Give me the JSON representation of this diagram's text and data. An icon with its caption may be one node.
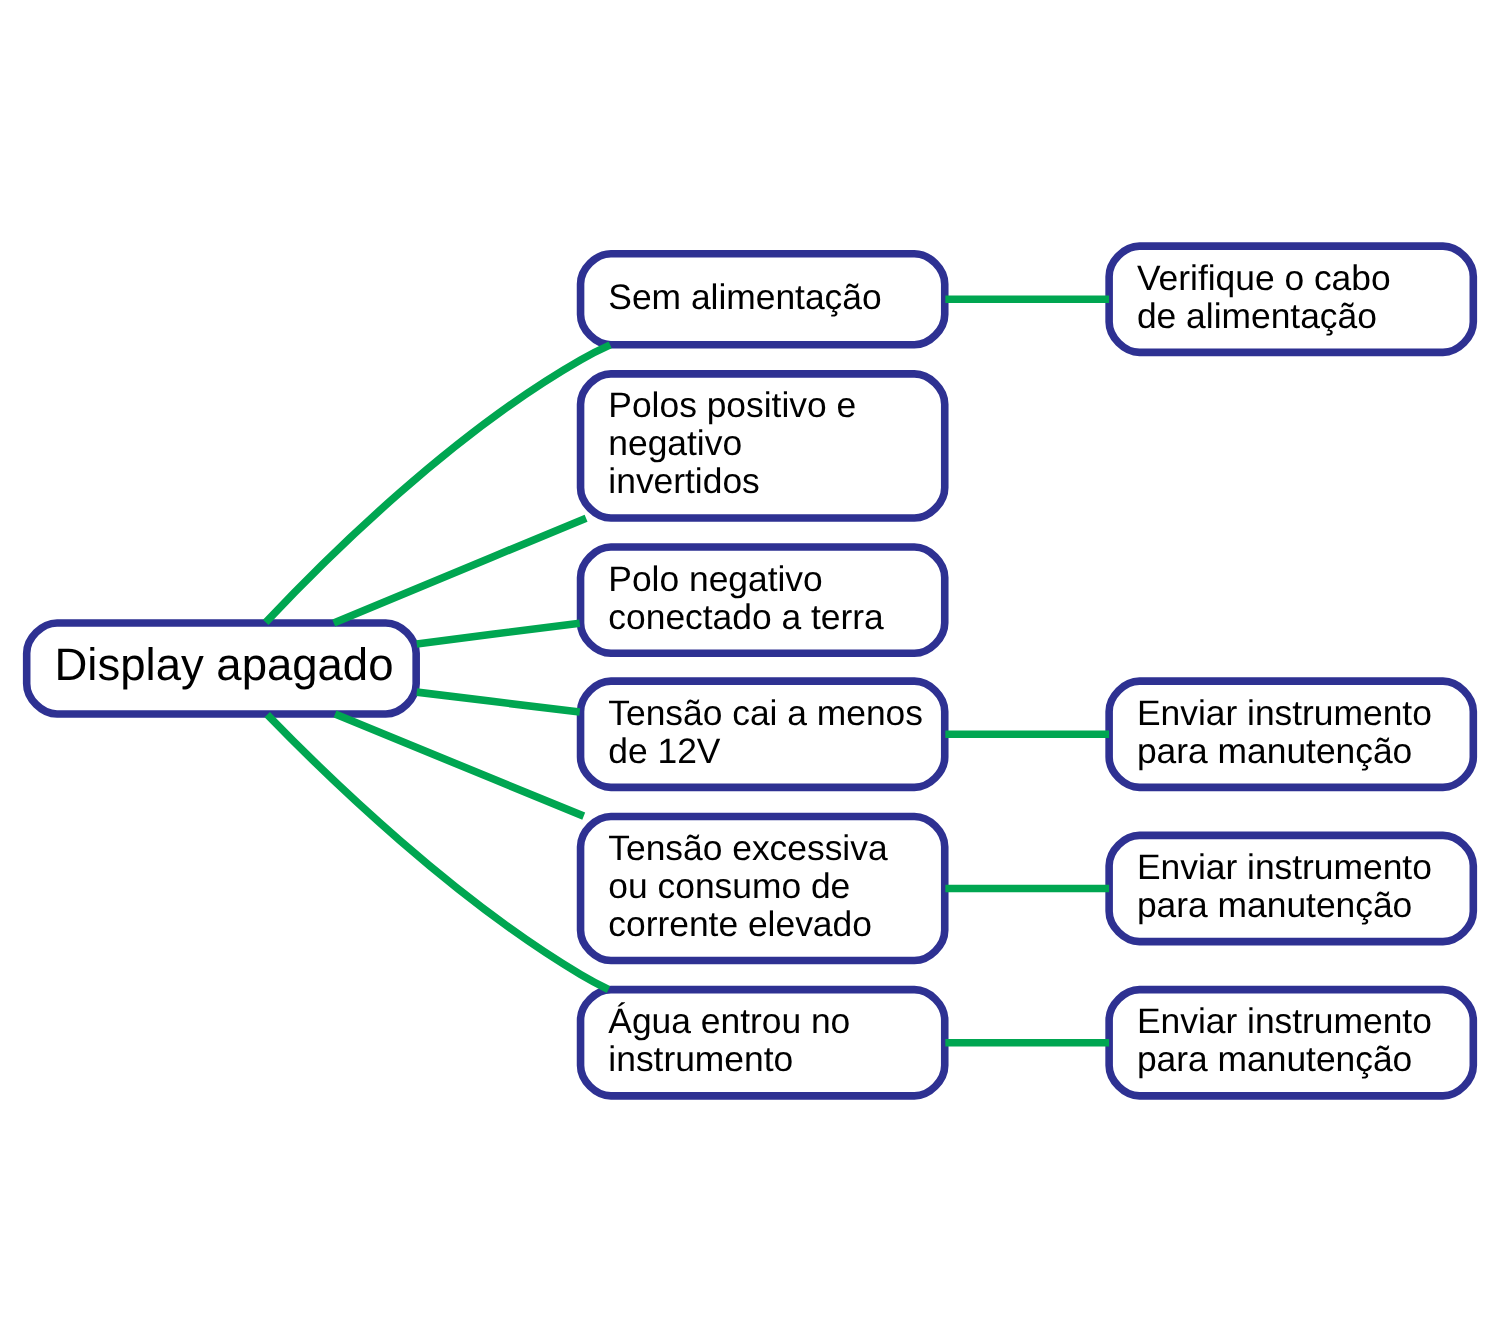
{
  "diagram": {
    "nodes": [
      {
        "text": [
          "Display apagado"
        ]
      },
      {
        "text": [
          "Sem alimentação"
        ]
      },
      {
        "text": [
          "Verifique o cabo de alimentação"
        ]
      },
      {
        "text": [
          "Polos positivo e negativo invertidos"
        ]
      },
      {
        "text": [
          "Polo negativo conectado a terra"
        ]
      },
      {
        "text": [
          "Tensão cai a menos de 12V"
        ]
      },
      {
        "text": [
          "Enviar instrumento para manutenção"
        ]
      },
      {
        "text": [
          "Tensão excessiva ou consumo de corrente elevado"
        ]
      },
      {
        "text": [
          "Enviar instrumento para manutenção"
        ]
      },
      {
        "text": [
          "Água entrou no instrumento"
        ]
      },
      {
        "text": [
          "Enviar instrumento para manutenção"
        ]
      }
    ],
    "edges": [
      {
        "from": 0,
        "to": 1,
        "arrow": "none",
        "color": "#00a651"
      },
      {
        "from": 0,
        "to": 3,
        "arrow": "none",
        "color": "#00a651"
      },
      {
        "from": 0,
        "to": 4,
        "arrow": "none",
        "color": "#00a651"
      },
      {
        "from": 0,
        "to": 5,
        "arrow": "none",
        "color": "#00a651"
      },
      {
        "from": 0,
        "to": 7,
        "arrow": "none",
        "color": "#00a651"
      },
      {
        "from": 0,
        "to": 9,
        "arrow": "none",
        "color": "#00a651"
      },
      {
        "from": 1,
        "to": 2,
        "arrow": "none",
        "color": "#00a651"
      },
      {
        "from": 5,
        "to": 6,
        "arrow": "none",
        "color": "#00a651"
      },
      {
        "from": 7,
        "to": 8,
        "arrow": "none",
        "color": "#00a651"
      },
      {
        "from": 9,
        "to": 10,
        "arrow": "none",
        "color": "#00a651"
      }
    ]
  }
}
